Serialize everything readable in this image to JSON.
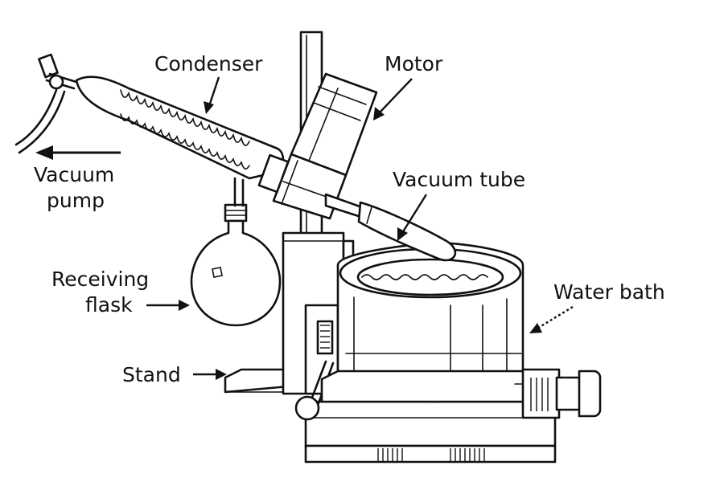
{
  "labels": {
    "condenser": "Condenser",
    "motor": "Motor",
    "vacuum_line1": "Vacuum",
    "vacuum_line2": "pump",
    "vacuum_tube": "Vacuum tube",
    "receiving_line1": "Receiving",
    "receiving_line2": "flask",
    "water_bath": "Water bath",
    "stand": "Stand"
  },
  "colors": {
    "ink": "#111111",
    "background": "#ffffff"
  }
}
